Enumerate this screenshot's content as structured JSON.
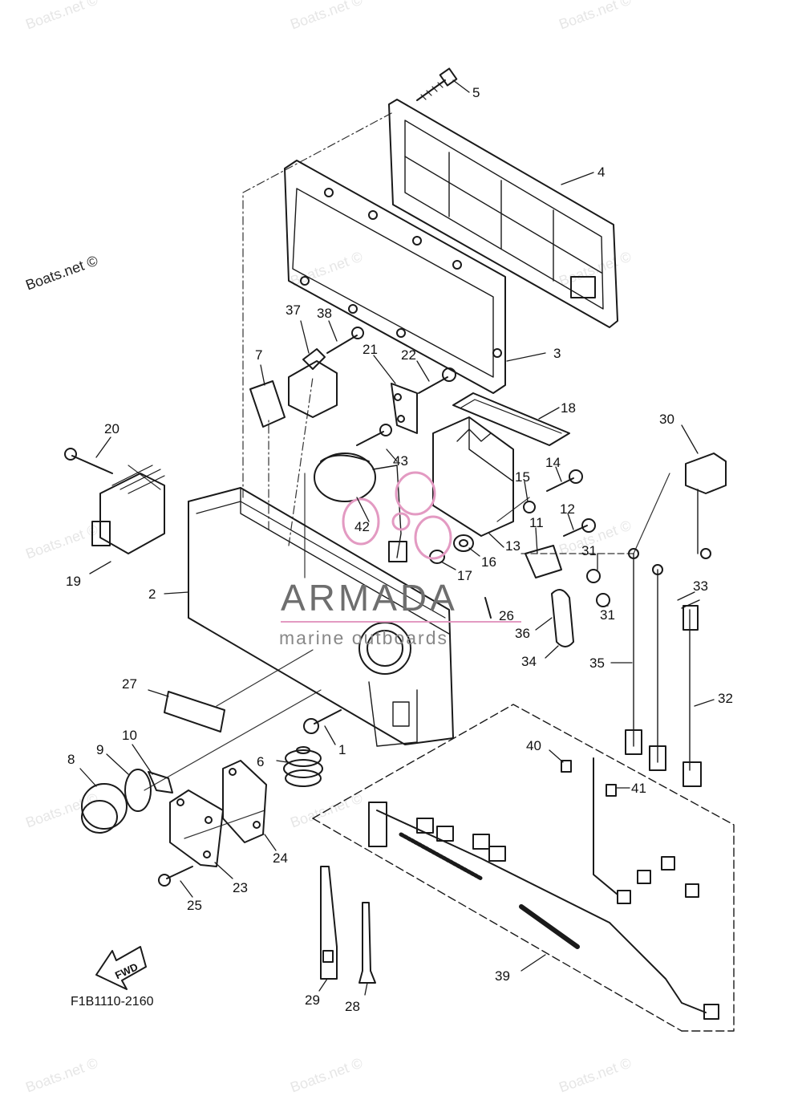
{
  "diagram": {
    "code": "F1B1110-2160",
    "fwd_label": "FWD",
    "watermark": "Boats.net ©",
    "overlay_brand": "ARMADA",
    "overlay_sub": "marine outboards",
    "colors": {
      "line": "#1a1a1a",
      "dash": "#333333",
      "watermark": "#e6e6e6",
      "brand_pink": "#e39ac2",
      "brand_gray": "#6e6e6e"
    },
    "callouts": [
      {
        "id": "1",
        "text": "1"
      },
      {
        "id": "2",
        "text": "2"
      },
      {
        "id": "3",
        "text": "3"
      },
      {
        "id": "4",
        "text": "4"
      },
      {
        "id": "5",
        "text": "5"
      },
      {
        "id": "6",
        "text": "6"
      },
      {
        "id": "7",
        "text": "7"
      },
      {
        "id": "8",
        "text": "8"
      },
      {
        "id": "9",
        "text": "9"
      },
      {
        "id": "10",
        "text": "10"
      },
      {
        "id": "11",
        "text": "11"
      },
      {
        "id": "12",
        "text": "12"
      },
      {
        "id": "13",
        "text": "13"
      },
      {
        "id": "14",
        "text": "14"
      },
      {
        "id": "15",
        "text": "15"
      },
      {
        "id": "16",
        "text": "16"
      },
      {
        "id": "17",
        "text": "17"
      },
      {
        "id": "18",
        "text": "18"
      },
      {
        "id": "19",
        "text": "19"
      },
      {
        "id": "20",
        "text": "20"
      },
      {
        "id": "21",
        "text": "21"
      },
      {
        "id": "22",
        "text": "22"
      },
      {
        "id": "23",
        "text": "23"
      },
      {
        "id": "24",
        "text": "24"
      },
      {
        "id": "25",
        "text": "25"
      },
      {
        "id": "26",
        "text": "26"
      },
      {
        "id": "27",
        "text": "27"
      },
      {
        "id": "28",
        "text": "28"
      },
      {
        "id": "29",
        "text": "29"
      },
      {
        "id": "30",
        "text": "30"
      },
      {
        "id": "31a",
        "text": "31"
      },
      {
        "id": "31b",
        "text": "31"
      },
      {
        "id": "32",
        "text": "32"
      },
      {
        "id": "33",
        "text": "33"
      },
      {
        "id": "34",
        "text": "34"
      },
      {
        "id": "35",
        "text": "35"
      },
      {
        "id": "36",
        "text": "36"
      },
      {
        "id": "37",
        "text": "37"
      },
      {
        "id": "38",
        "text": "38"
      },
      {
        "id": "39",
        "text": "39"
      },
      {
        "id": "40",
        "text": "40"
      },
      {
        "id": "41",
        "text": "41"
      },
      {
        "id": "42",
        "text": "42"
      },
      {
        "id": "43",
        "text": "43"
      }
    ]
  }
}
